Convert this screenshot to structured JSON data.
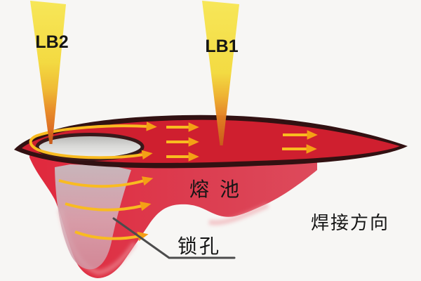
{
  "diagram": {
    "type": "dual-laser-beam-welding-schematic",
    "labels": {
      "beam_rear": "LB2",
      "beam_front": "LB1",
      "melt_pool": "熔 池",
      "keyhole": "锁孔",
      "welding_direction": "焊接方向"
    },
    "flow": {
      "direction": "right",
      "surface_arrow_count": 7,
      "keyhole_arrow_count": 3
    },
    "colors": {
      "background": "#f7f6f4",
      "pool_red": "#cf1f2f",
      "pool_outline": "#321112",
      "blob_red": "#dd3748",
      "blob_rim_pink": "#ef9aa2",
      "keyhole_inner_pink": "#d6aeb8",
      "keyhole_opening_gray": "#d6d6d4",
      "keyhole_opening_stroke": "#38191a",
      "beam_yellow": "#f3d93c",
      "beam_orange": "#db671d",
      "arrow_yellow": "#f9bb20",
      "arrow_head": "#f4a015",
      "pointer_gray": "#4c4c4c",
      "text_black": "#151515"
    }
  }
}
